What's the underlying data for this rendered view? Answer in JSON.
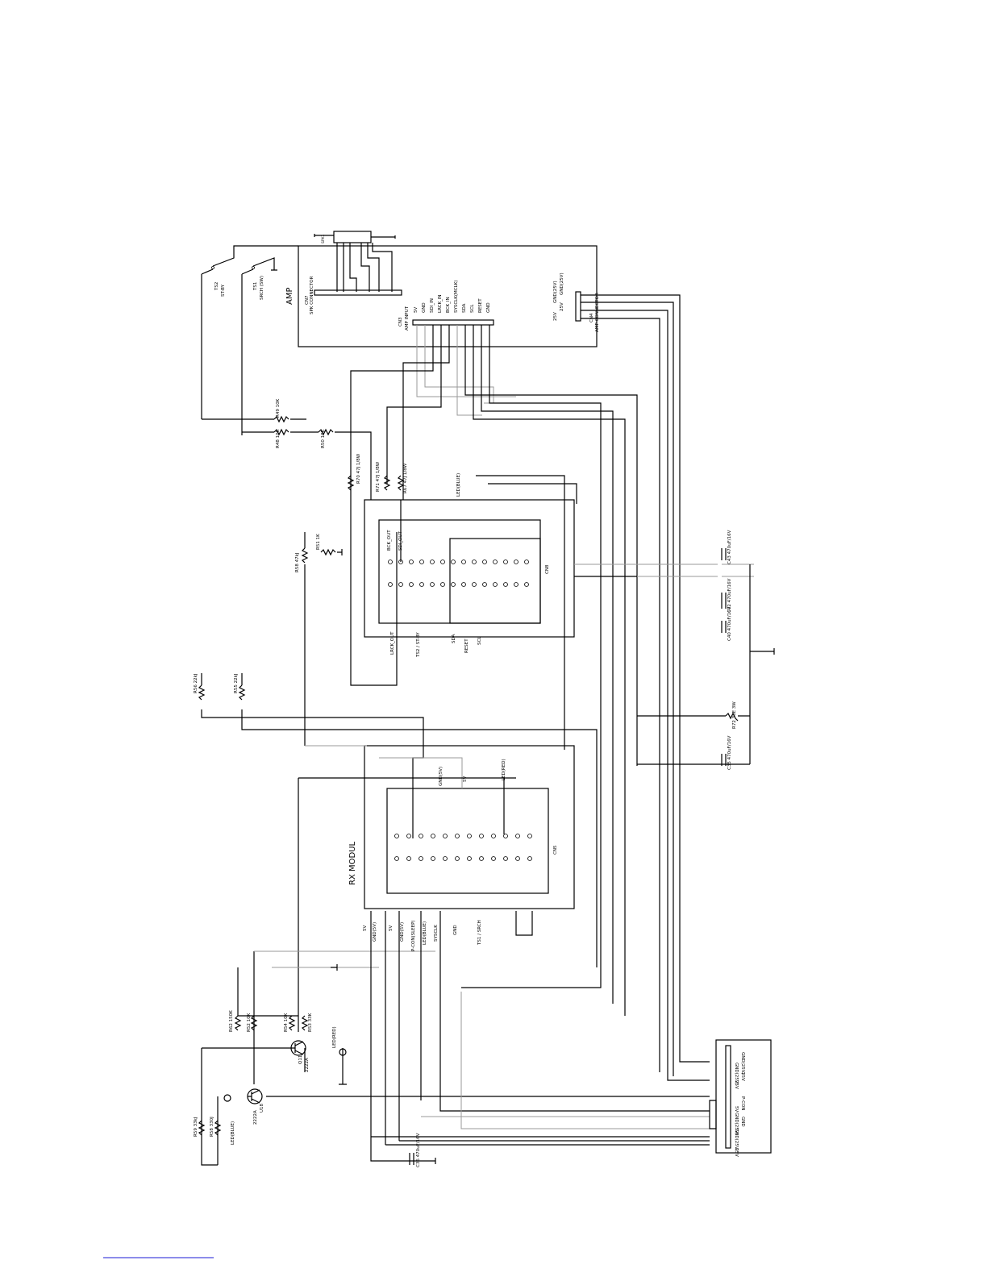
{
  "blocks": {
    "amp": "AMP",
    "rx": "RX MODUL",
    "spk_connector": "SPK CONNECTOR",
    "cn7": "CN7",
    "cn3": "CN3",
    "amp_input": "AMP INPUT",
    "cn4": "CN4",
    "amp_connector": "AMP CONNECTOR",
    "spk1": "SPK1",
    "cn8": "CN8",
    "cn5": "CN5"
  },
  "switches": {
    "ts2": "TS2",
    "ts2_label": "ST-BY",
    "ts1": "TS1",
    "ts1_label": "SRCH (SW)"
  },
  "cn3_pins": [
    "5V",
    "GND",
    "SDI_IN",
    "LRCK_IN",
    "BCK_IN",
    "SYSCLK(MCLK)",
    "SDA",
    "SCL",
    "RESET",
    "GND"
  ],
  "cn4_pins": [
    "25V",
    "25V",
    "GND(25V)",
    "GND(25V)"
  ],
  "resistors": {
    "r49": "R49 10K",
    "r48": "R48 10K",
    "r50": "R50 10K",
    "r70": "R70 47J 1/8W",
    "r71": "R71 47J 1/8W",
    "r67": "R67 47J 1/8W",
    "r51": "R51 1K",
    "r58": "R58 47kJ",
    "r56": "R56 22kJ",
    "r55": "R55 22kJ",
    "r72": "R72 33E 3W",
    "r62": "R62 150K",
    "r52": "R52 10K",
    "r54": "R54 10K",
    "r53": "R53 33K",
    "r59": "R59 33kJ",
    "r58b": "R58 330J"
  },
  "caps": {
    "c43": "C43 470uF/16V",
    "c42": "C42 470uF/16V",
    "c40": "C40 470uF/16V",
    "c35": "C35 470uF/16V",
    "c36": "C36 470uF/16V"
  },
  "signals": {
    "led_blue": "LED(BLUE)",
    "sdi_out": "SDI_OUT",
    "bck_out": "BCK_OUT",
    "lrck_out": "LRCK_OUT",
    "ts2_stby": "TS2 / ST-BY",
    "sda": "SDA",
    "reset": "RESET",
    "scl": "SCL",
    "gnd_5v": "GND(5V)",
    "v5": "5V",
    "led_red": "LED(RED)"
  },
  "rx_left_labels": [
    "5V",
    "GND(5V)",
    "5V",
    "GND(5V)",
    "P-CON(SLEEP)",
    "LED(BLUE)",
    "SYSCLK",
    "GND",
    "TS1 / SRCH"
  ],
  "components": {
    "q1": "2222A",
    "q1_ref": "Q11",
    "q2": "2222A",
    "q2_ref": "U18",
    "led_red": "LED(RED)",
    "led_blue": "LED(BLUE)"
  },
  "bottom_connector_pins": [
    "25V",
    "GND(25V)",
    "GND(25V)",
    "5V",
    "GND",
    "P-CON",
    "",
    "25V",
    "25V",
    "GND(25V)",
    "GND(25V)",
    ""
  ]
}
